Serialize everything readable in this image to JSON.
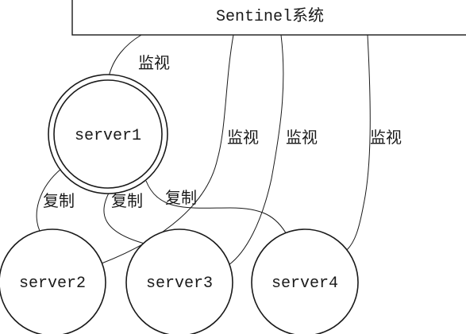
{
  "sentinel": {
    "label": "Sentinel系统"
  },
  "servers": {
    "server1": "server1",
    "server2": "server2",
    "server3": "server3",
    "server4": "server4"
  },
  "labels": {
    "monitor_1": "监视",
    "monitor_2": "监视",
    "monitor_3": "监视",
    "monitor_4": "监视",
    "replicate_1": "复制",
    "replicate_2": "复制",
    "replicate_3": "复制"
  },
  "colors": {
    "stroke": "#1a1a1a",
    "background": "#ffffff"
  }
}
